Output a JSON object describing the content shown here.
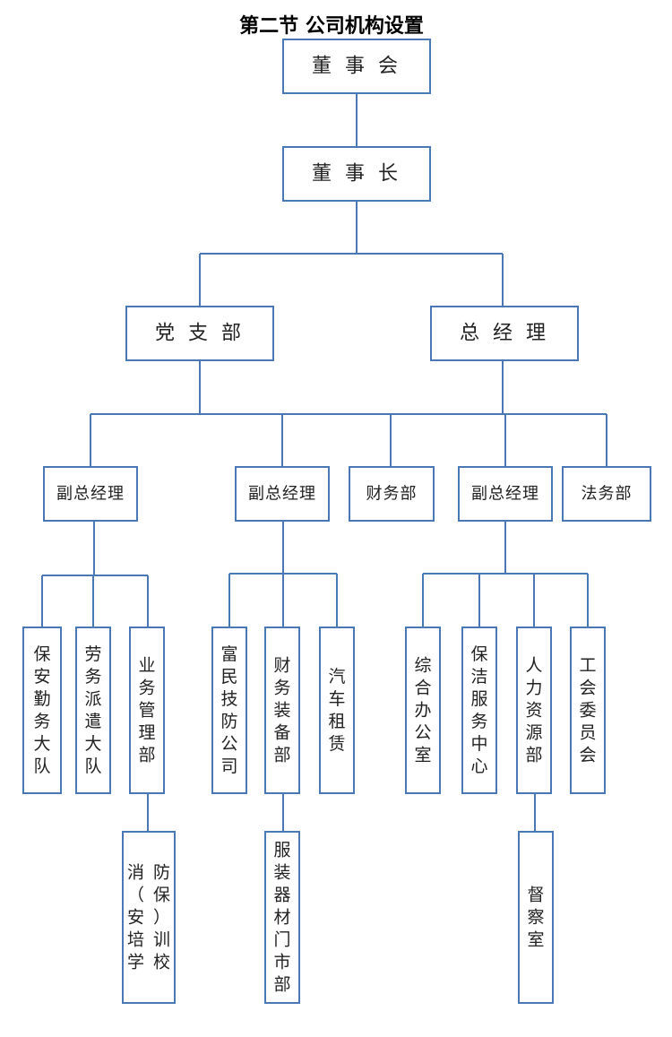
{
  "title": "第二节  公司机构设置",
  "nodes": {
    "board": "董 事 会",
    "chairman": "董 事 长",
    "party": "党 支 部",
    "gm": "总 经 理",
    "vp1": "副总经理",
    "vp2": "副总经理",
    "finance": "财务部",
    "vp3": "副总经理",
    "legal": "法务部",
    "security_brigade": "保安勤务大队",
    "labor_dispatch": "劳务派遣大队",
    "business_mgmt": "业务管理部",
    "fire_school": "消防（保安）培训学校",
    "fumin_tech": "富民技防公司",
    "finance_equip": "财务装备部",
    "car_rental": "汽车租赁",
    "uniform_store": "服装器材门市部",
    "general_office": "综合办公室",
    "cleaning_center": "保洁服务中心",
    "hr": "人力资源部",
    "union": "工会委员会",
    "supervision": "督察室"
  },
  "colors": {
    "line": "#4a78b4",
    "box_border": "#4a78b4",
    "text": "#222222"
  }
}
